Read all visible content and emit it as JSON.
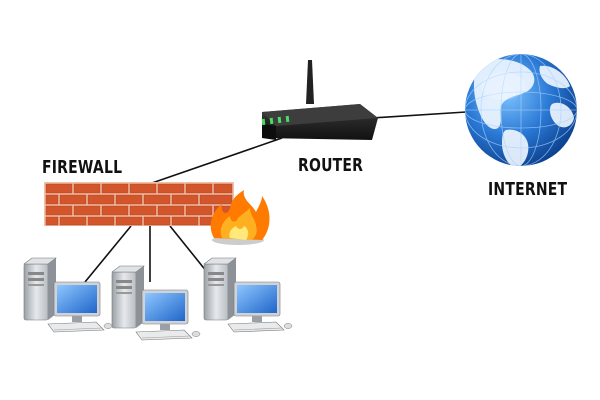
{
  "labels": {
    "firewall": "FIREWALL",
    "router": "ROUTER",
    "internet": "INTERNET"
  },
  "colors": {
    "brick": "#d2552b",
    "mortar": "#f0c0a8",
    "router_body": "#222222",
    "router_leds": "#4cd964",
    "globe_ocean": "#2a78d4",
    "globe_land": "#e8f2ff",
    "flame_outer": "#ff7a00",
    "flame_inner": "#ffd23a",
    "monitor_screen": "#3f8fe8",
    "tower": "#cfd3d8",
    "link": "#111111"
  },
  "icons": [
    "router-icon",
    "globe-icon",
    "firewall-brick-wall-icon",
    "flame-icon",
    "computer-icon"
  ],
  "computers": [
    "pc-1",
    "pc-2",
    "pc-3"
  ]
}
